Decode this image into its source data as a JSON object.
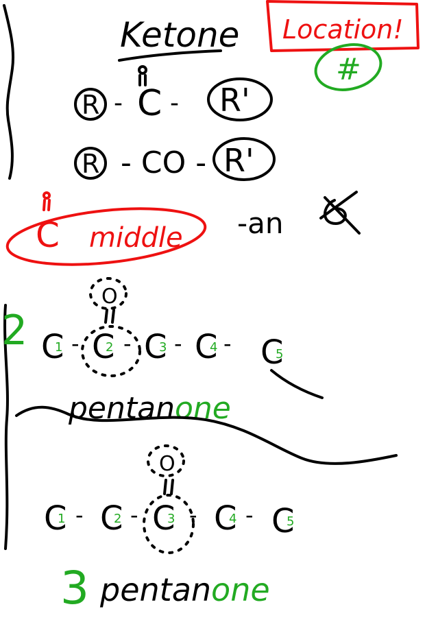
{
  "notes": {
    "title": "Ketone",
    "location_label": "Location!",
    "hash_symbol": "#",
    "formula_structural": {
      "left_group": "R",
      "dash1": "-",
      "center": "C",
      "dash2": "-",
      "right_group": "R'"
    },
    "formula_condensed": {
      "left_group": "R",
      "middle": "- CO -",
      "right_group": "R'"
    },
    "middle_note": {
      "carbon": "C",
      "word": "middle"
    },
    "suffix_note": "-an",
    "example1": {
      "locant": "2",
      "oxygen": "O",
      "carbons": [
        "C",
        "C",
        "C",
        "C",
        "C"
      ],
      "carbon_numbers": [
        "1",
        "2",
        "3",
        "4",
        "5"
      ],
      "name_black": "pentan",
      "name_green": "one"
    },
    "example2": {
      "locant": "3",
      "oxygen": "O",
      "carbons": [
        "C",
        "C",
        "C",
        "C",
        "C"
      ],
      "carbon_numbers": [
        "1",
        "2",
        "3",
        "4",
        "5"
      ],
      "name_black": "pentan",
      "name_green": "one"
    }
  },
  "colors": {
    "ink": "#000000",
    "red_pen": "#ee1111",
    "green_pen": "#22aa22",
    "paper": "#ffffff"
  }
}
